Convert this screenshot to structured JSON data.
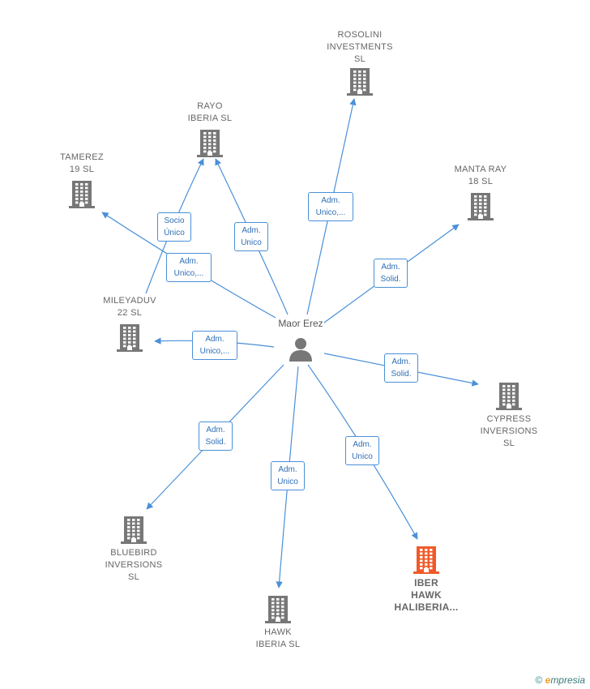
{
  "center": {
    "name": "Maor Erez"
  },
  "companies": [
    {
      "id": "rosolini",
      "label": "ROSOLINI\nINVESTMENTS\nSL",
      "highlight": false
    },
    {
      "id": "rayo",
      "label": "RAYO\nIBERIA  SL",
      "highlight": false
    },
    {
      "id": "tamerez",
      "label": "TAMEREZ\n19  SL",
      "highlight": false
    },
    {
      "id": "mantaray",
      "label": "MANTA RAY\n18  SL",
      "highlight": false
    },
    {
      "id": "mileyaduv",
      "label": "MILEYADUV\n22  SL",
      "highlight": false
    },
    {
      "id": "cypress",
      "label": "CYPRESS\nINVERSIONS\nSL",
      "highlight": false
    },
    {
      "id": "bluebird",
      "label": "BLUEBIRD\nINVERSIONS\nSL",
      "highlight": false
    },
    {
      "id": "hawk",
      "label": "HAWK\nIBERIA  SL",
      "highlight": false
    },
    {
      "id": "iberhawk",
      "label": "IBER\nHAWK\nHALIBERIA...",
      "highlight": true
    }
  ],
  "relations": [
    {
      "target": "rosolini",
      "label": "Adm.\nUnico,..."
    },
    {
      "target": "rayo",
      "label": "Adm.\nUnico"
    },
    {
      "target": "rayo",
      "label": "Socio\nÚnico",
      "from": "mileyaduv"
    },
    {
      "target": "tamerez",
      "label": "Adm.\nUnico,..."
    },
    {
      "target": "mantaray",
      "label": "Adm.\nSolid."
    },
    {
      "target": "mileyaduv",
      "label": "Adm.\nUnico,..."
    },
    {
      "target": "cypress",
      "label": "Adm.\nSolid."
    },
    {
      "target": "bluebird",
      "label": "Adm.\nSolid."
    },
    {
      "target": "hawk",
      "label": "Adm.\nUnico"
    },
    {
      "target": "iberhawk",
      "label": "Adm.\nUnico"
    }
  ],
  "colors": {
    "edge": "#4a90d9",
    "building": "#777777",
    "highlight": "#f05a28",
    "person": "#777777"
  },
  "footer": {
    "copyright": "©",
    "brand_e": "e",
    "brand": "mpresia"
  }
}
